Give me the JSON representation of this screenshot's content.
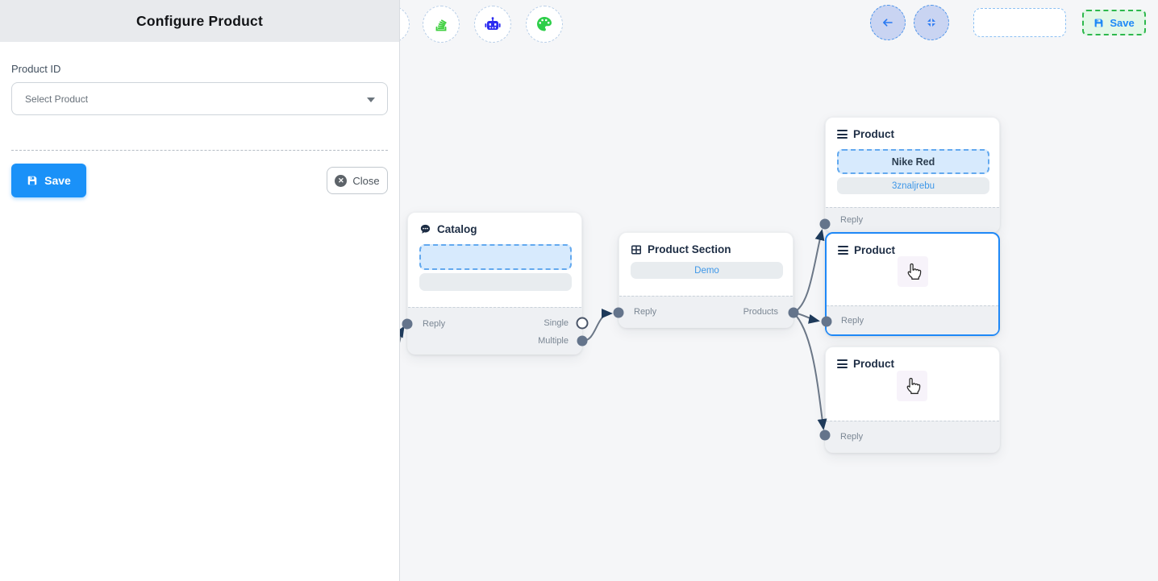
{
  "panel": {
    "title": "Configure Product",
    "product_id_label": "Product ID",
    "select_placeholder": "Select Product",
    "save_label": "Save",
    "close_label": "Close"
  },
  "toolbar": {
    "icons": [
      "layers-stack-icon",
      "robot-icon",
      "palette-icon"
    ]
  },
  "topbar": {
    "icons": [
      "back-arrow-icon",
      "compress-icon"
    ],
    "save_label": "Save"
  },
  "nodes": {
    "catalog": {
      "title": "Catalog",
      "icon": "chat-bubble-icon",
      "reply_label": "Reply",
      "single_label": "Single",
      "multiple_label": "Multiple"
    },
    "product_section": {
      "title": "Product Section",
      "icon": "table-grid-icon",
      "item_label": "Demo",
      "reply_label": "Reply",
      "products_label": "Products"
    },
    "product_top": {
      "title": "Product",
      "icon": "menu-icon",
      "item_primary": "Nike Red",
      "item_secondary": "3znaljrebu",
      "reply_label": "Reply"
    },
    "product_mid": {
      "title": "Product",
      "icon": "menu-icon",
      "reply_label": "Reply"
    },
    "product_bottom": {
      "title": "Product",
      "icon": "menu-icon",
      "reply_label": "Reply"
    }
  },
  "colors": {
    "accent_blue": "#1a91f8",
    "selected_border": "#1e88f7",
    "edge": "#6b7787",
    "arrow": "#1e3a5a",
    "link_text": "#3e97e8",
    "save_green_bg": "#e3f7e8",
    "save_green_border": "#2db84c",
    "node_footer_bg": "#eef0f3",
    "canvas_bg": "#f5f6f8",
    "robot_icon": "#2a2af0",
    "palette_icon": "#2dce49",
    "stack_icon": "#3ecf3e"
  }
}
